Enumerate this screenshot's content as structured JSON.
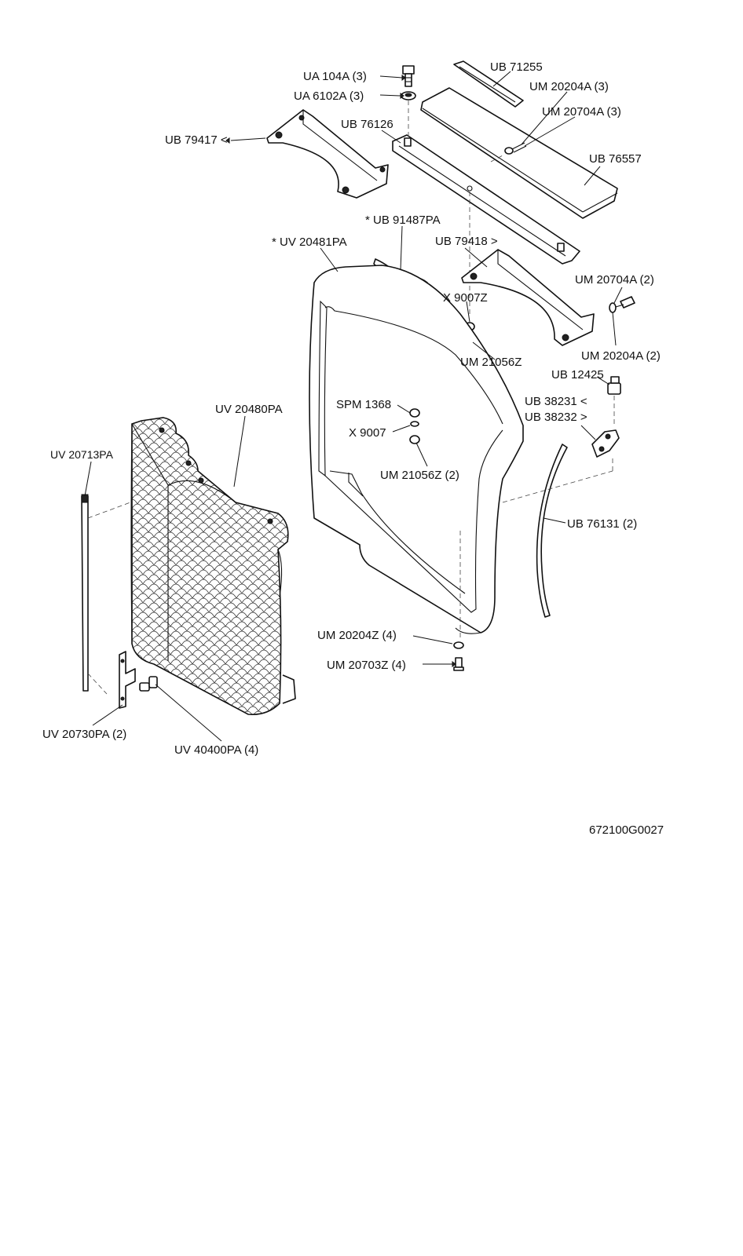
{
  "labels": {
    "ua104a": "UA 104A (3)",
    "ua6102a": "UA 6102A (3)",
    "ub71255": "UB 71255",
    "um20204a3": "UM 20204A (3)",
    "um20704a3": "UM 20704A (3)",
    "ub76126": "UB 76126",
    "ub79417": "UB 79417 <",
    "ub76557": "UB 76557",
    "ub91487pa": "* UB 91487PA",
    "uv20481pa": "* UV 20481PA",
    "ub79418": "UB 79418 >",
    "um20704a2": "UM 20704A (2)",
    "x9007z": "X 9007Z",
    "um21056z": "UM 21056Z",
    "um20204a2": "UM 20204A (2)",
    "ub12425": "UB 12425",
    "ub38231": "UB 38231 <",
    "ub38232": "UB 38232 >",
    "uv20480pa": "UV 20480PA",
    "spm1368": "SPM 1368",
    "x9007": "X 9007",
    "um21056z2": "UM 21056Z (2)",
    "uv20713pa": "UV 20713PA",
    "ub76131": "UB 76131 (2)",
    "um20204z": "UM 20204Z (4)",
    "um20703z": "UM 20703Z (4)",
    "uv20730pa": "UV 20730PA (2)",
    "uv40400pa": "UV 40400PA (4)",
    "figure_code": "672100G0027"
  }
}
